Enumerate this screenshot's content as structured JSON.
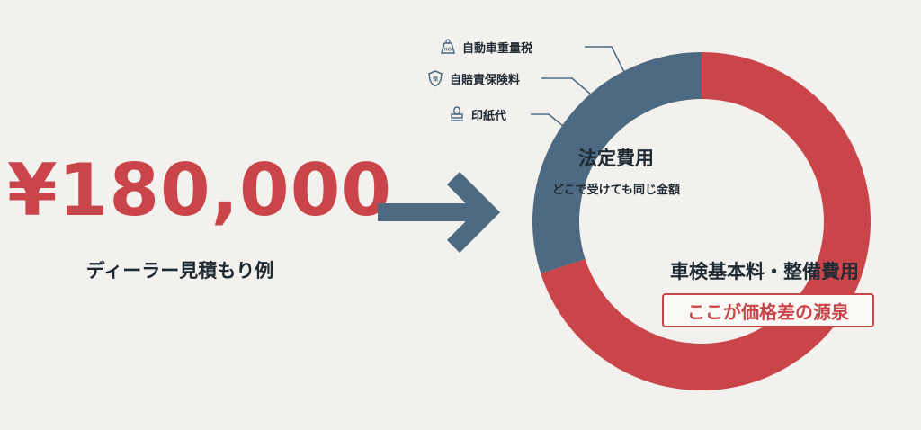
{
  "price": {
    "amount": "¥180,000",
    "caption": "ディーラー見積もり例"
  },
  "donut": {
    "statutory": {
      "title": "法定費用",
      "subtitle": "どこで受けても同じ金額",
      "share": 0.3,
      "items": [
        {
          "label": "自動車重量税",
          "icon": "kg-weight-icon"
        },
        {
          "label": "自賠責保険料",
          "icon": "insurance-shield-icon"
        },
        {
          "label": "印紙代",
          "icon": "stamp-icon"
        }
      ]
    },
    "base": {
      "title": "車検基本料・整備費用",
      "highlight": "ここが価格差の源泉",
      "share": 0.7
    }
  },
  "colors": {
    "red": "#c9454a",
    "slate": "#4d6a82",
    "text": "#1f2a33",
    "background": "#f3f1ed"
  }
}
